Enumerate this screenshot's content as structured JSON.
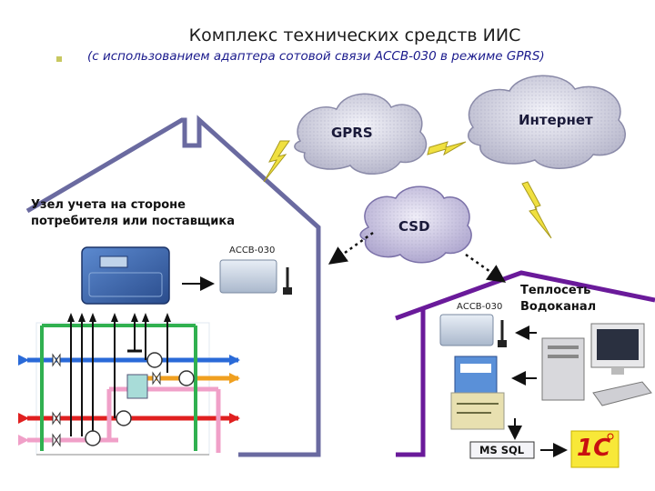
{
  "title": "Комплекс технических средств ИИС",
  "subtitle": "(с использованием адаптера сотовой связи АССВ-030 в режиме GPRS)",
  "clouds": {
    "gprs": "GPRS",
    "internet": "Интернет",
    "csd": "CSD"
  },
  "consumer_node": {
    "line1": "Узел учета на стороне",
    "line2": "потребителя или поставщика",
    "adapter_label": "АССВ-030"
  },
  "provider_node": {
    "line1": "Теплосеть",
    "line2": "Водоканал",
    "adapter_label": "АССВ-030"
  },
  "db_label": "MS SQL",
  "logo_1c": "1С",
  "colors": {
    "house_left": "#6a6aa0",
    "house_right": "#6a1a9a",
    "pipe_blue": "#2a6ad8",
    "pipe_red": "#e02020",
    "pipe_pink": "#f0a0c8",
    "cloud_fill": "#d8d8e8",
    "lightning": "#f0e040"
  }
}
